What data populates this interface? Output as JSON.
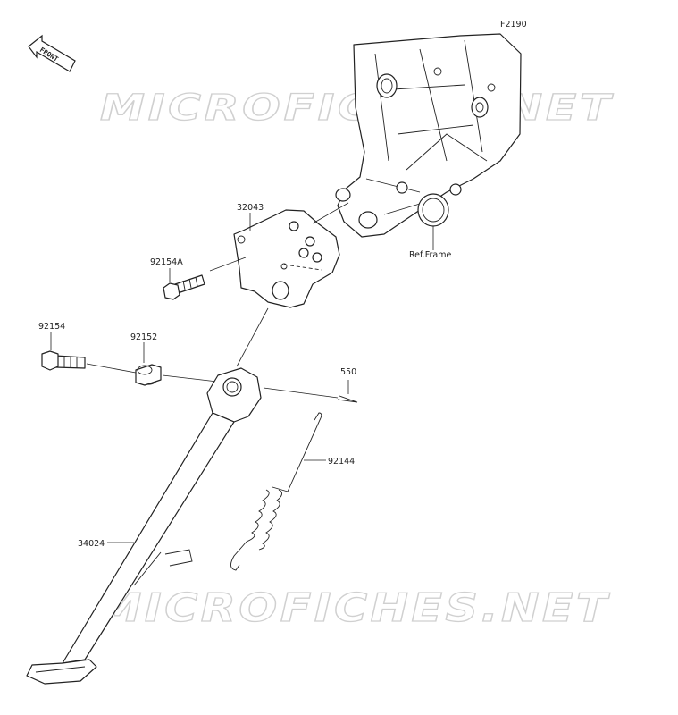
{
  "figure_code": "F2190",
  "front_indicator": "FRONT",
  "watermark": "MICROFICHES.NET",
  "parts": {
    "p32043": "32043",
    "p92154A": "92154A",
    "p92154": "92154",
    "p92152": "92152",
    "p550": "550",
    "p92144": "92144",
    "p34024": "34024",
    "ref_frame": "Ref.Frame"
  }
}
